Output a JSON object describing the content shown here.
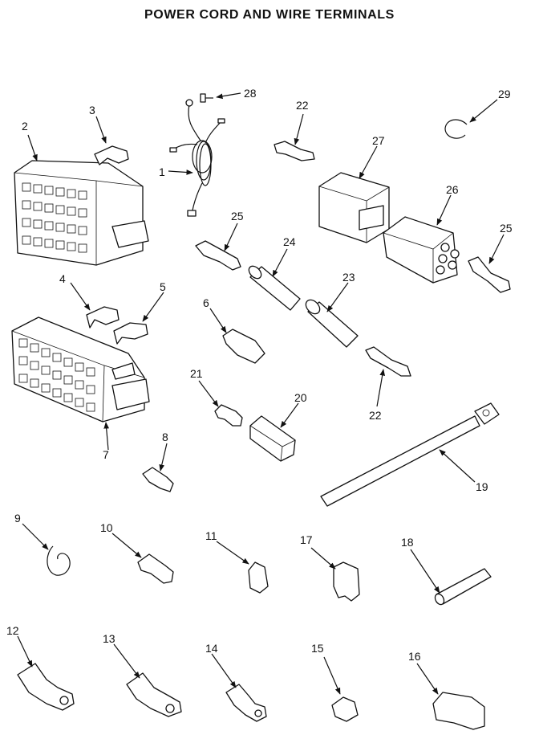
{
  "title": "POWER CORD AND WIRE TERMINALS",
  "callouts": [
    "1",
    "2",
    "3",
    "4",
    "5",
    "6",
    "7",
    "8",
    "9",
    "10",
    "11",
    "12",
    "13",
    "14",
    "15",
    "16",
    "17",
    "18",
    "19",
    "20",
    "21",
    "22",
    "22",
    "23",
    "24",
    "25",
    "25",
    "26",
    "27",
    "28",
    "29"
  ]
}
